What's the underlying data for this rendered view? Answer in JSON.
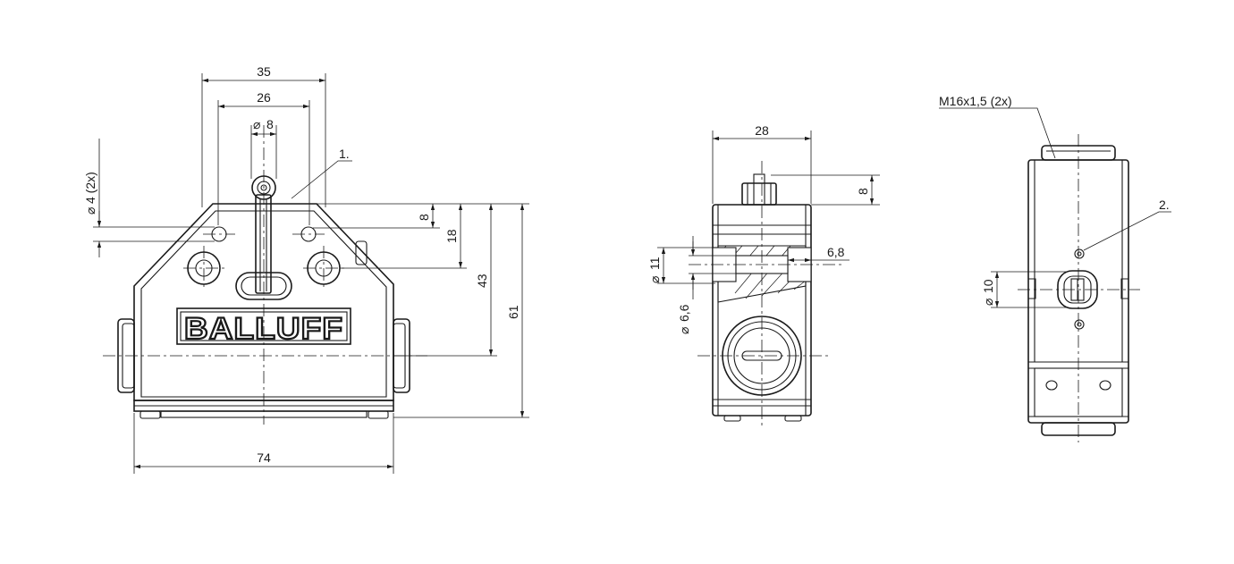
{
  "front_view": {
    "dim_width_top": "35",
    "dim_width_holes": "26",
    "dim_roller_diameter": "8",
    "dim_hole_diameter": "4 (2x)",
    "dim_height_8": "8",
    "dim_height_18": "18",
    "dim_height_43": "43",
    "dim_height_61": "61",
    "dim_width_base": "74",
    "callout_1": "1.",
    "logo_text": "BALLUFF"
  },
  "side_view": {
    "dim_width": "28",
    "dim_height_8": "8",
    "dim_diameter_11": "11",
    "dim_diameter_6_6": "6,6",
    "dim_depth": "6,8"
  },
  "right_view": {
    "thread_label": "M16x1,5 (2x)",
    "callout_2": "2.",
    "dim_diameter_10": "10"
  },
  "symbols": {
    "diameter": "⌀"
  }
}
